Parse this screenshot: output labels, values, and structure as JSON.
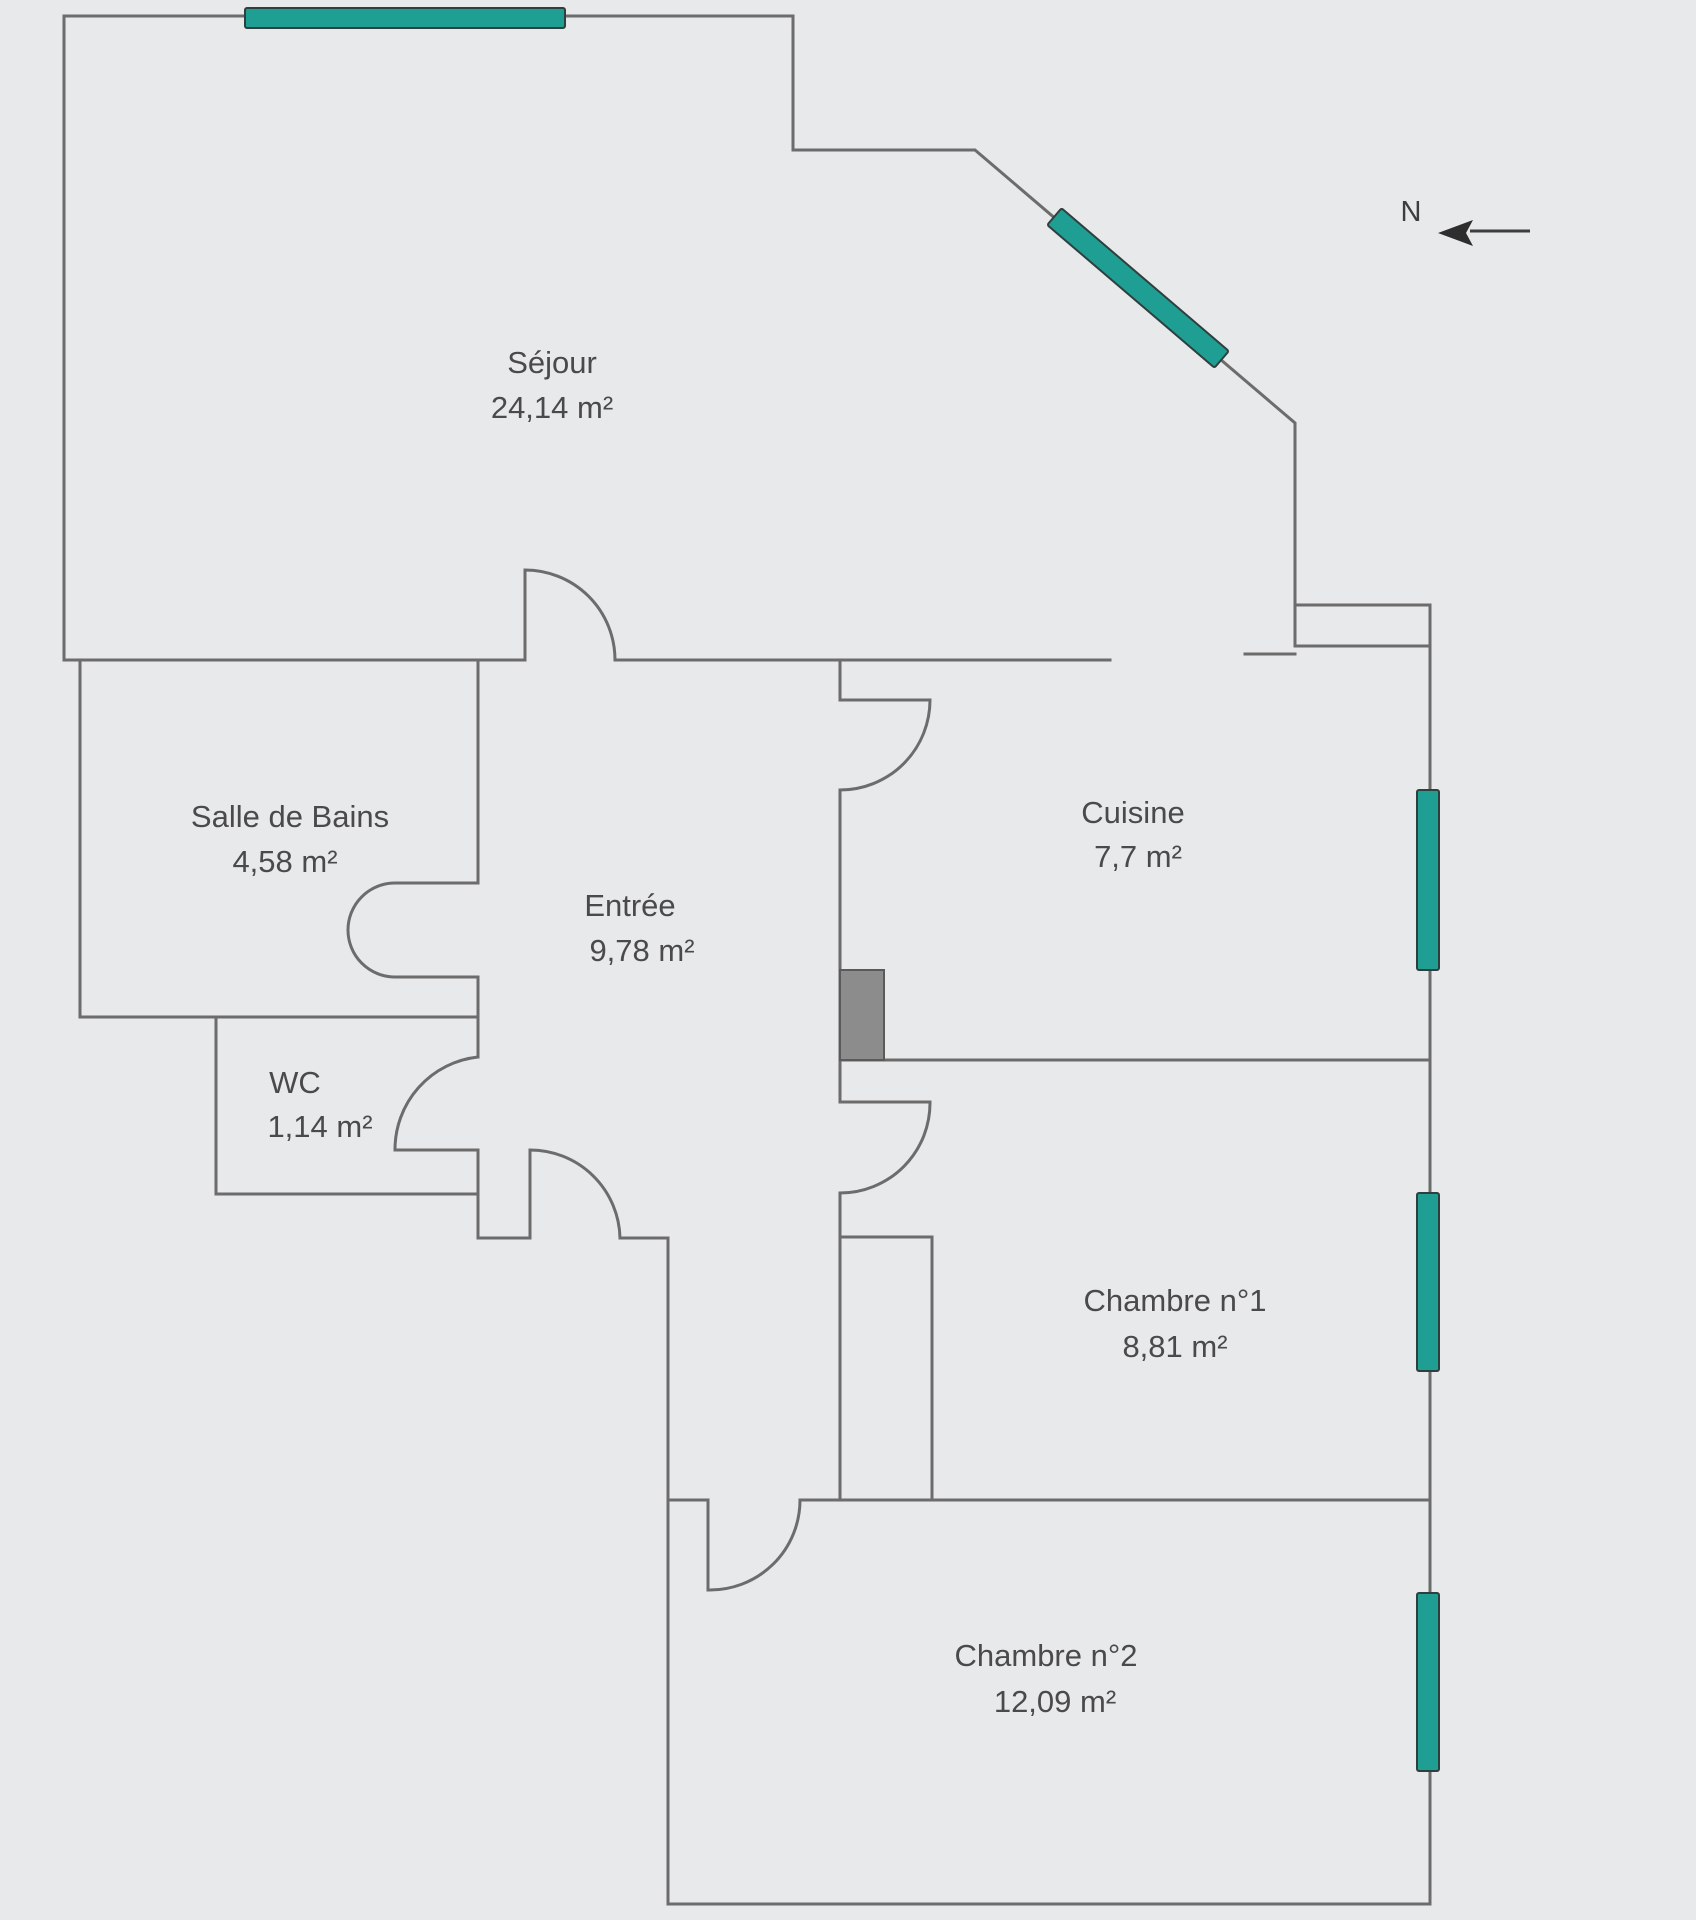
{
  "floor_plan": {
    "compass": {
      "label": "N"
    },
    "colors": {
      "background": "#e7e9ea",
      "wall": "#6c6c6c",
      "window": "#1f9e93",
      "text": "#4a4a4a",
      "duct": "#8c8c8c"
    },
    "rooms": {
      "sejour": {
        "name": "Séjour",
        "area": "24,14  m²"
      },
      "salle": {
        "name": "Salle de Bains",
        "area": "4,58  m²"
      },
      "wc": {
        "name": "WC",
        "area": "1,14  m²"
      },
      "entree": {
        "name": "Entrée",
        "area": "9,78  m²"
      },
      "cuisine": {
        "name": "Cuisine",
        "area": "7,7  m²"
      },
      "chambre1": {
        "name": "Chambre n°1",
        "area": "8,81  m²"
      },
      "chambre2": {
        "name": "Chambre n°2",
        "area": "12,09  m²"
      }
    }
  }
}
